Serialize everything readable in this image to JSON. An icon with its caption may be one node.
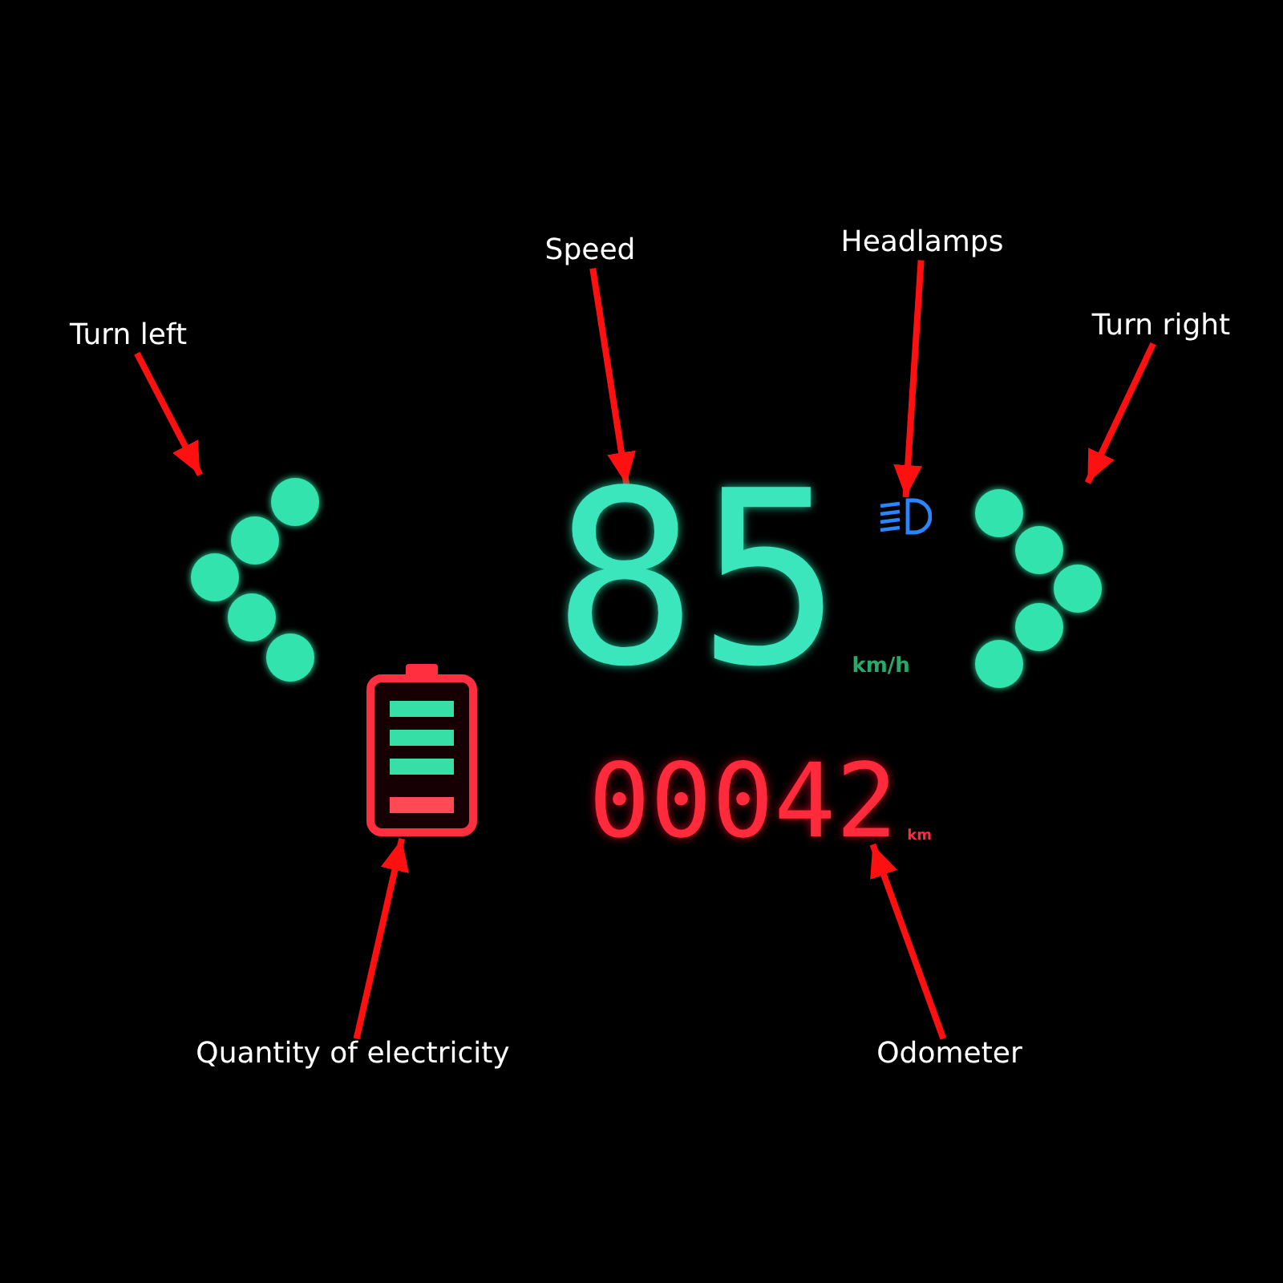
{
  "diagram": {
    "nodes": [
      {
        "text": [
          "Turn left"
        ]
      },
      {
        "text": [
          "Speed"
        ]
      },
      {
        "text": [
          "Headlamps"
        ]
      },
      {
        "text": [
          "Turn right"
        ]
      },
      {
        "text": [],
        "shape": "picture"
      },
      {
        "text": [
          "85"
        ],
        "beside": [
          "km/h"
        ]
      },
      {
        "text": [],
        "shape": "picture"
      },
      {
        "text": [],
        "shape": "picture"
      },
      {
        "text": [],
        "shape": "picture"
      },
      {
        "text": [
          "00042"
        ],
        "beside": [
          "km"
        ]
      },
      {
        "text": [
          "Quantity of electricity"
        ]
      },
      {
        "text": [
          "Odometer"
        ]
      }
    ],
    "edges": [
      {
        "from": 0,
        "to": 4,
        "arrow": "to"
      },
      {
        "from": 1,
        "to": 5,
        "arrow": "to"
      },
      {
        "from": 2,
        "to": 6,
        "arrow": "to"
      },
      {
        "from": 3,
        "to": 7,
        "arrow": "to"
      },
      {
        "from": 10,
        "to": 8,
        "arrow": "to"
      },
      {
        "from": 11,
        "to": 9,
        "arrow": "to"
      }
    ]
  }
}
